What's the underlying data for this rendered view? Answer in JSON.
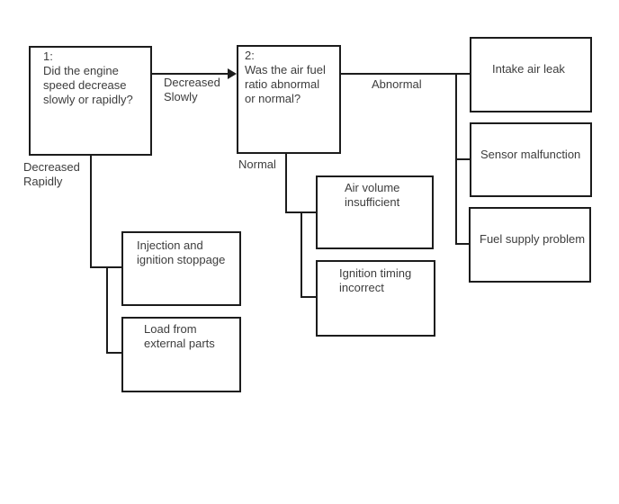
{
  "diagram": {
    "type": "flowchart",
    "colors": {
      "line": "#1c1c1c",
      "text": "#3d3d3d",
      "background": "#ffffff"
    },
    "nodes": {
      "step1": {
        "number": "1:",
        "lines": [
          "Did the engine",
          "speed decrease",
          "slowly or rapidly?"
        ]
      },
      "step2": {
        "number": "2:",
        "lines": [
          "Was the air fuel",
          "ratio abnormal",
          "or normal?"
        ]
      },
      "intake_air_leak": {
        "lines": [
          "Intake air leak"
        ]
      },
      "sensor_malfunction": {
        "lines": [
          "Sensor malfunction"
        ]
      },
      "fuel_supply_problem": {
        "lines": [
          "Fuel supply problem"
        ]
      },
      "air_volume_insufficient": {
        "lines": [
          "Air volume",
          "insufficient"
        ]
      },
      "ignition_timing_incorrect": {
        "lines": [
          "Ignition timing",
          "incorrect"
        ]
      },
      "injection_ignition_stoppage": {
        "lines": [
          "Injection and",
          "ignition stoppage"
        ]
      },
      "load_external_parts": {
        "lines": [
          "Load from",
          "external parts"
        ]
      }
    },
    "edge_labels": {
      "decreased_slowly": {
        "lines": [
          "Decreased",
          "Slowly"
        ]
      },
      "decreased_rapidly": {
        "lines": [
          "Decreased",
          "Rapidly"
        ]
      },
      "abnormal": "Abnormal",
      "normal": "Normal"
    }
  }
}
